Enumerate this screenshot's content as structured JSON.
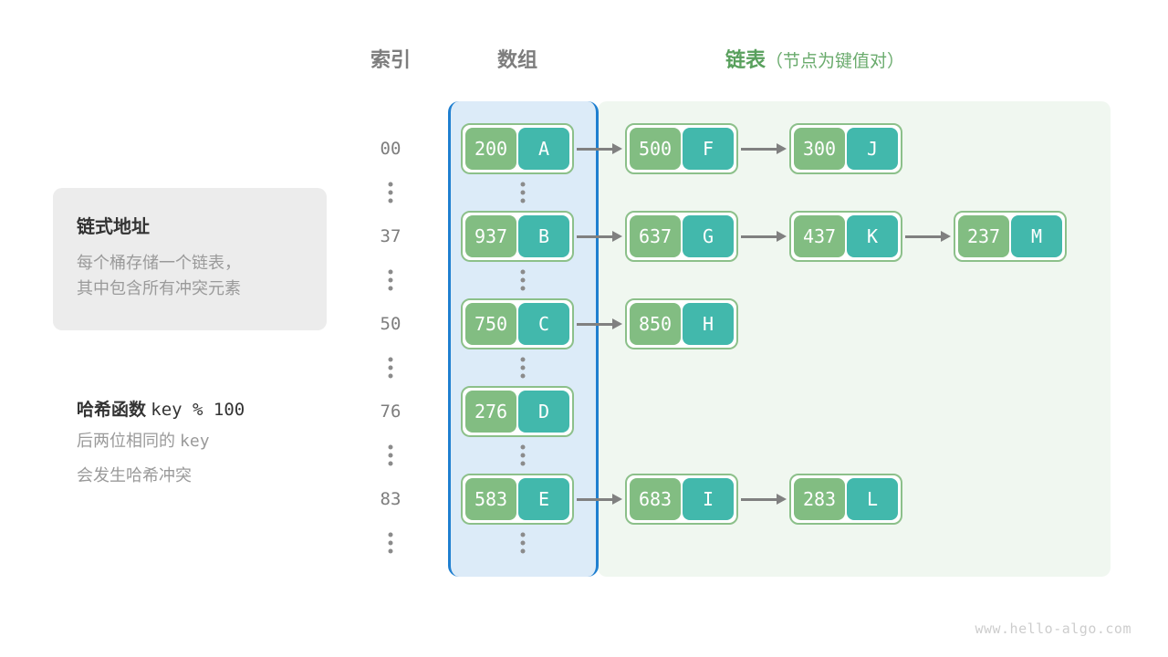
{
  "headers": {
    "index": "索引",
    "array": "数组",
    "list_main": "链表",
    "list_sub": "（节点为键值对）"
  },
  "info_card": {
    "title": "链式地址",
    "line1": "每个桶存储一个链表，",
    "line2": "其中包含所有冲突元素"
  },
  "note": {
    "title_label": "哈希函数",
    "title_expr": "key % 100",
    "line1_text": "后两位相同的",
    "line1_mono": "key",
    "line2": "会发生哈希冲突"
  },
  "colors": {
    "key_cell": "#82bd82",
    "value_cell": "#42b8ac",
    "node_border": "#8cc08a",
    "array_panel_bg": "#dcebf8",
    "array_panel_border": "#1f7fd0",
    "list_panel_bg": "#f0f7f0",
    "arrow": "#808080",
    "index_text": "#7d7d7d",
    "header_green": "#59a05d"
  },
  "buckets": [
    {
      "index": "00",
      "nodes": [
        {
          "key": "200",
          "value": "A"
        },
        {
          "key": "500",
          "value": "F"
        },
        {
          "key": "300",
          "value": "J"
        }
      ]
    },
    {
      "index": "37",
      "nodes": [
        {
          "key": "937",
          "value": "B"
        },
        {
          "key": "637",
          "value": "G"
        },
        {
          "key": "437",
          "value": "K"
        },
        {
          "key": "237",
          "value": "M"
        }
      ]
    },
    {
      "index": "50",
      "nodes": [
        {
          "key": "750",
          "value": "C"
        },
        {
          "key": "850",
          "value": "H"
        }
      ]
    },
    {
      "index": "76",
      "nodes": [
        {
          "key": "276",
          "value": "D"
        }
      ]
    },
    {
      "index": "83",
      "nodes": [
        {
          "key": "583",
          "value": "E"
        },
        {
          "key": "683",
          "value": "I"
        },
        {
          "key": "283",
          "value": "L"
        }
      ]
    }
  ],
  "ellipsis_rows": 5,
  "watermark": "www.hello-algo.com"
}
